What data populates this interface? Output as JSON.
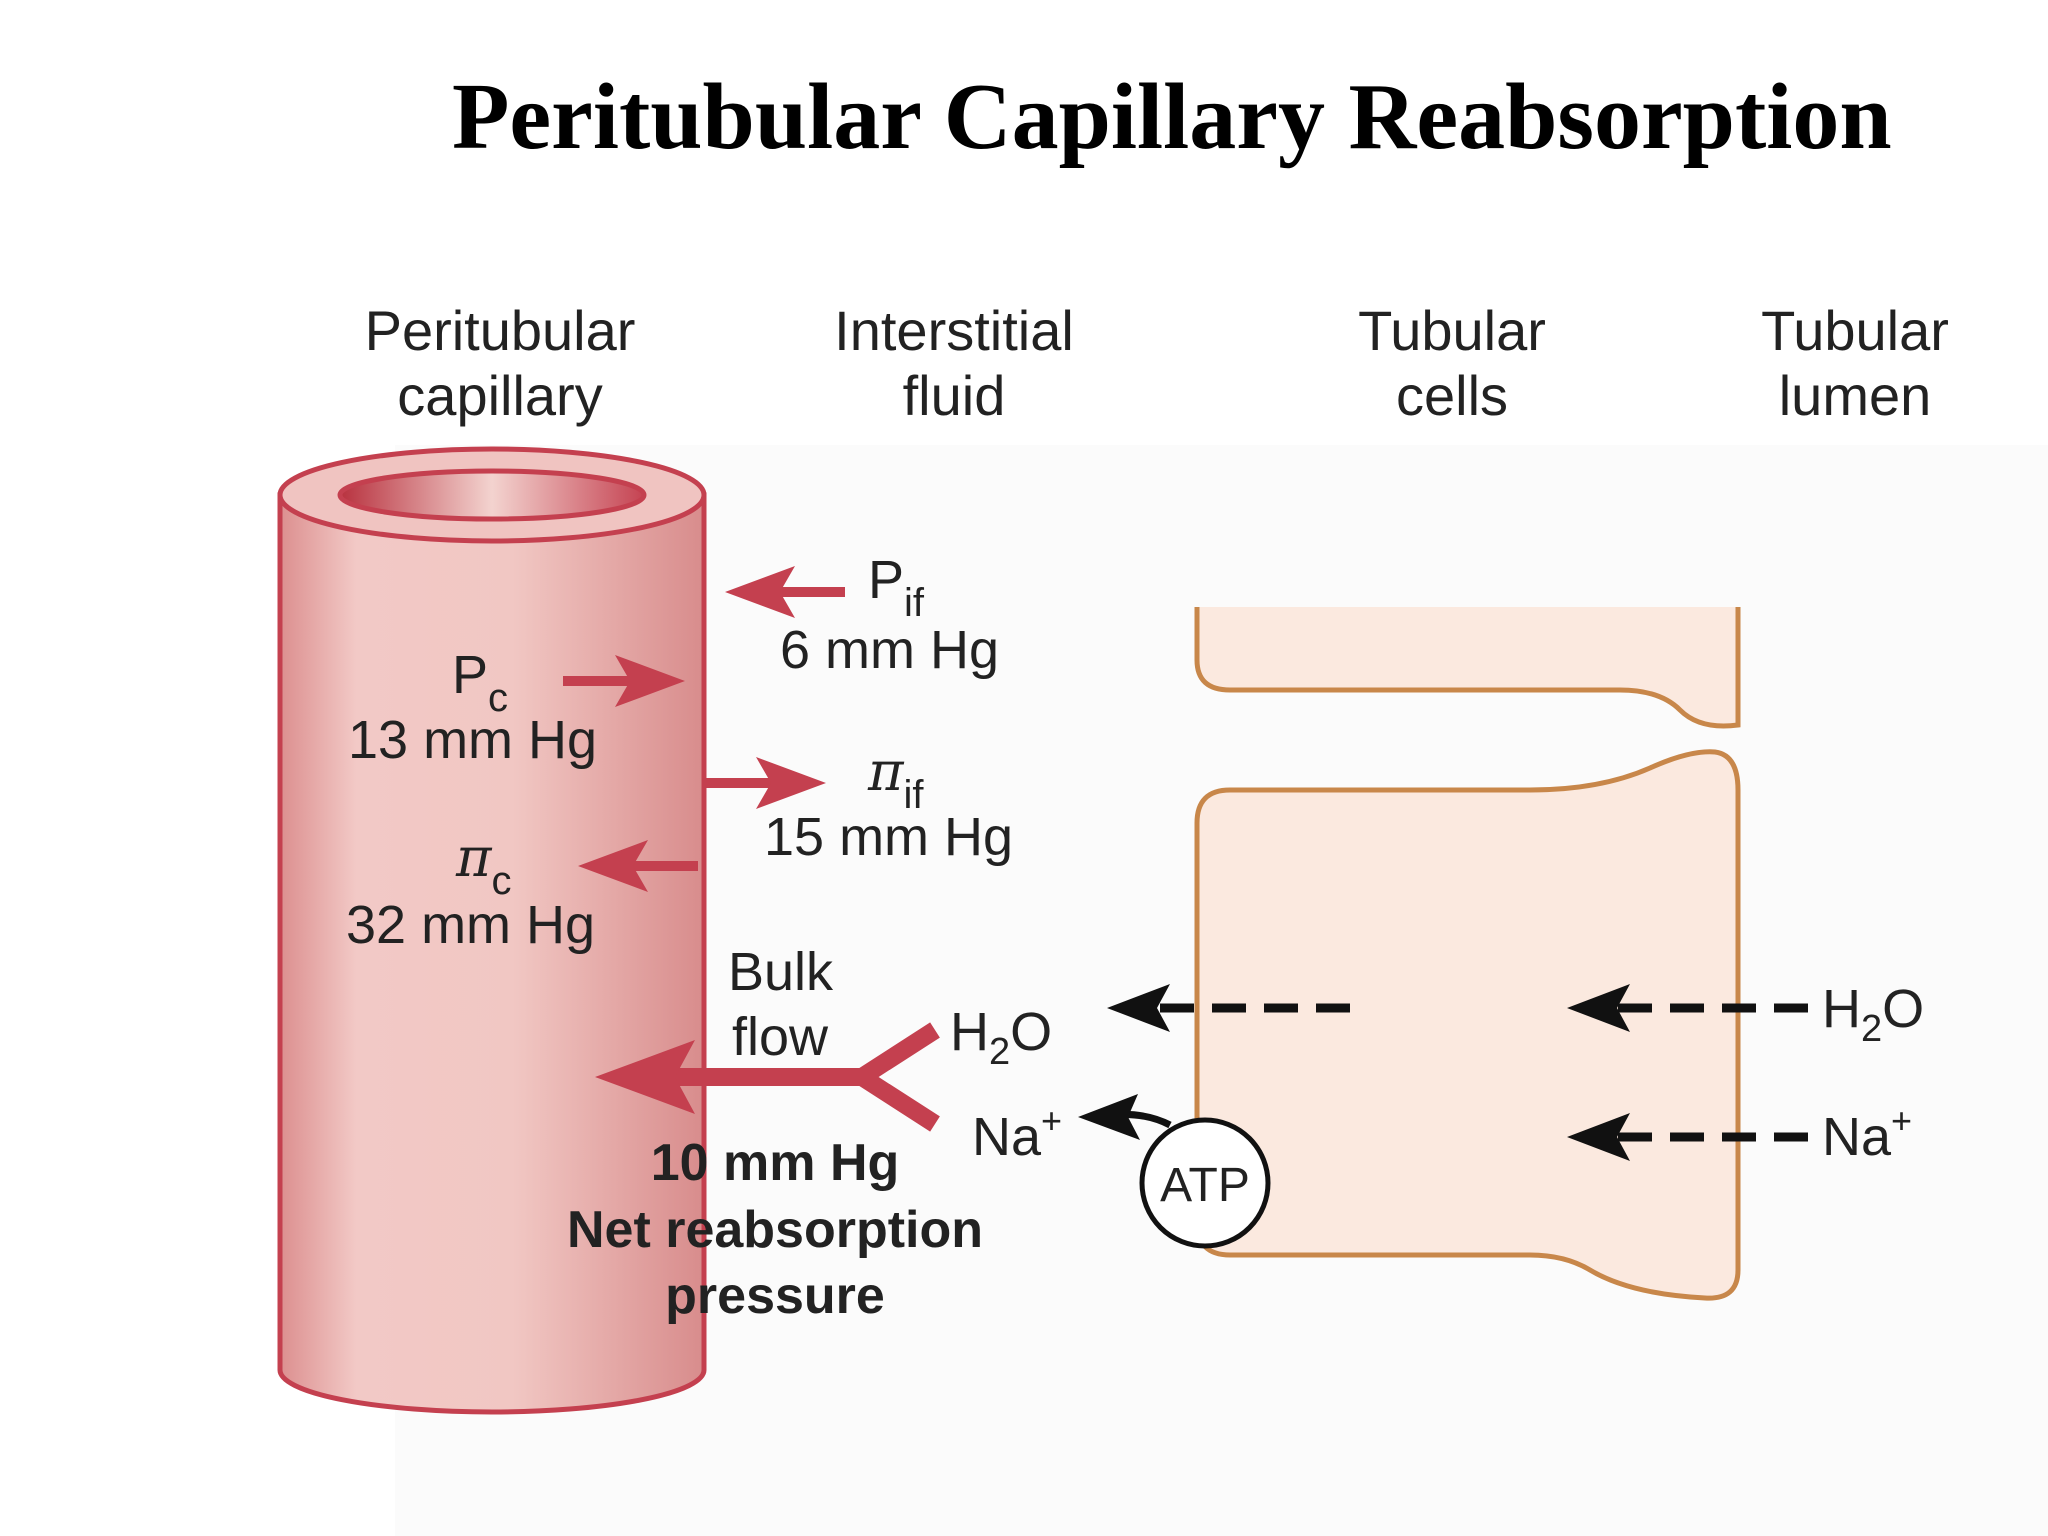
{
  "title": "Peritubular Capillary Reabsorption",
  "columns": {
    "capillary": [
      "Peritubular",
      "capillary"
    ],
    "interstitial": [
      "Interstitial",
      "fluid"
    ],
    "cells": [
      "Tubular",
      "cells"
    ],
    "lumen": [
      "Tubular",
      "lumen"
    ]
  },
  "forces": {
    "pif": {
      "symbol": "P",
      "sub": "if",
      "value": "6 mm Hg"
    },
    "pc": {
      "symbol": "P",
      "sub": "c",
      "value": "13 mm Hg"
    },
    "piif": {
      "symbol": "π",
      "sub": "if",
      "value": "15 mm Hg"
    },
    "pic": {
      "symbol": "π",
      "sub": "c",
      "value": "32 mm Hg"
    }
  },
  "bulk_flow": [
    "Bulk",
    "flow"
  ],
  "net": {
    "value": "10 mm Hg",
    "line1": "Net reabsorption",
    "line2": "pressure"
  },
  "water": {
    "base": "H",
    "sub": "2",
    "tail": "O"
  },
  "sodium": {
    "base": "Na",
    "sup": "+"
  },
  "atp": "ATP",
  "colors": {
    "capillary_red": "#c4404f",
    "capillary_fill": "#eebbb8",
    "cell_fill": "#fbe9df",
    "cell_border": "#c8874a"
  }
}
